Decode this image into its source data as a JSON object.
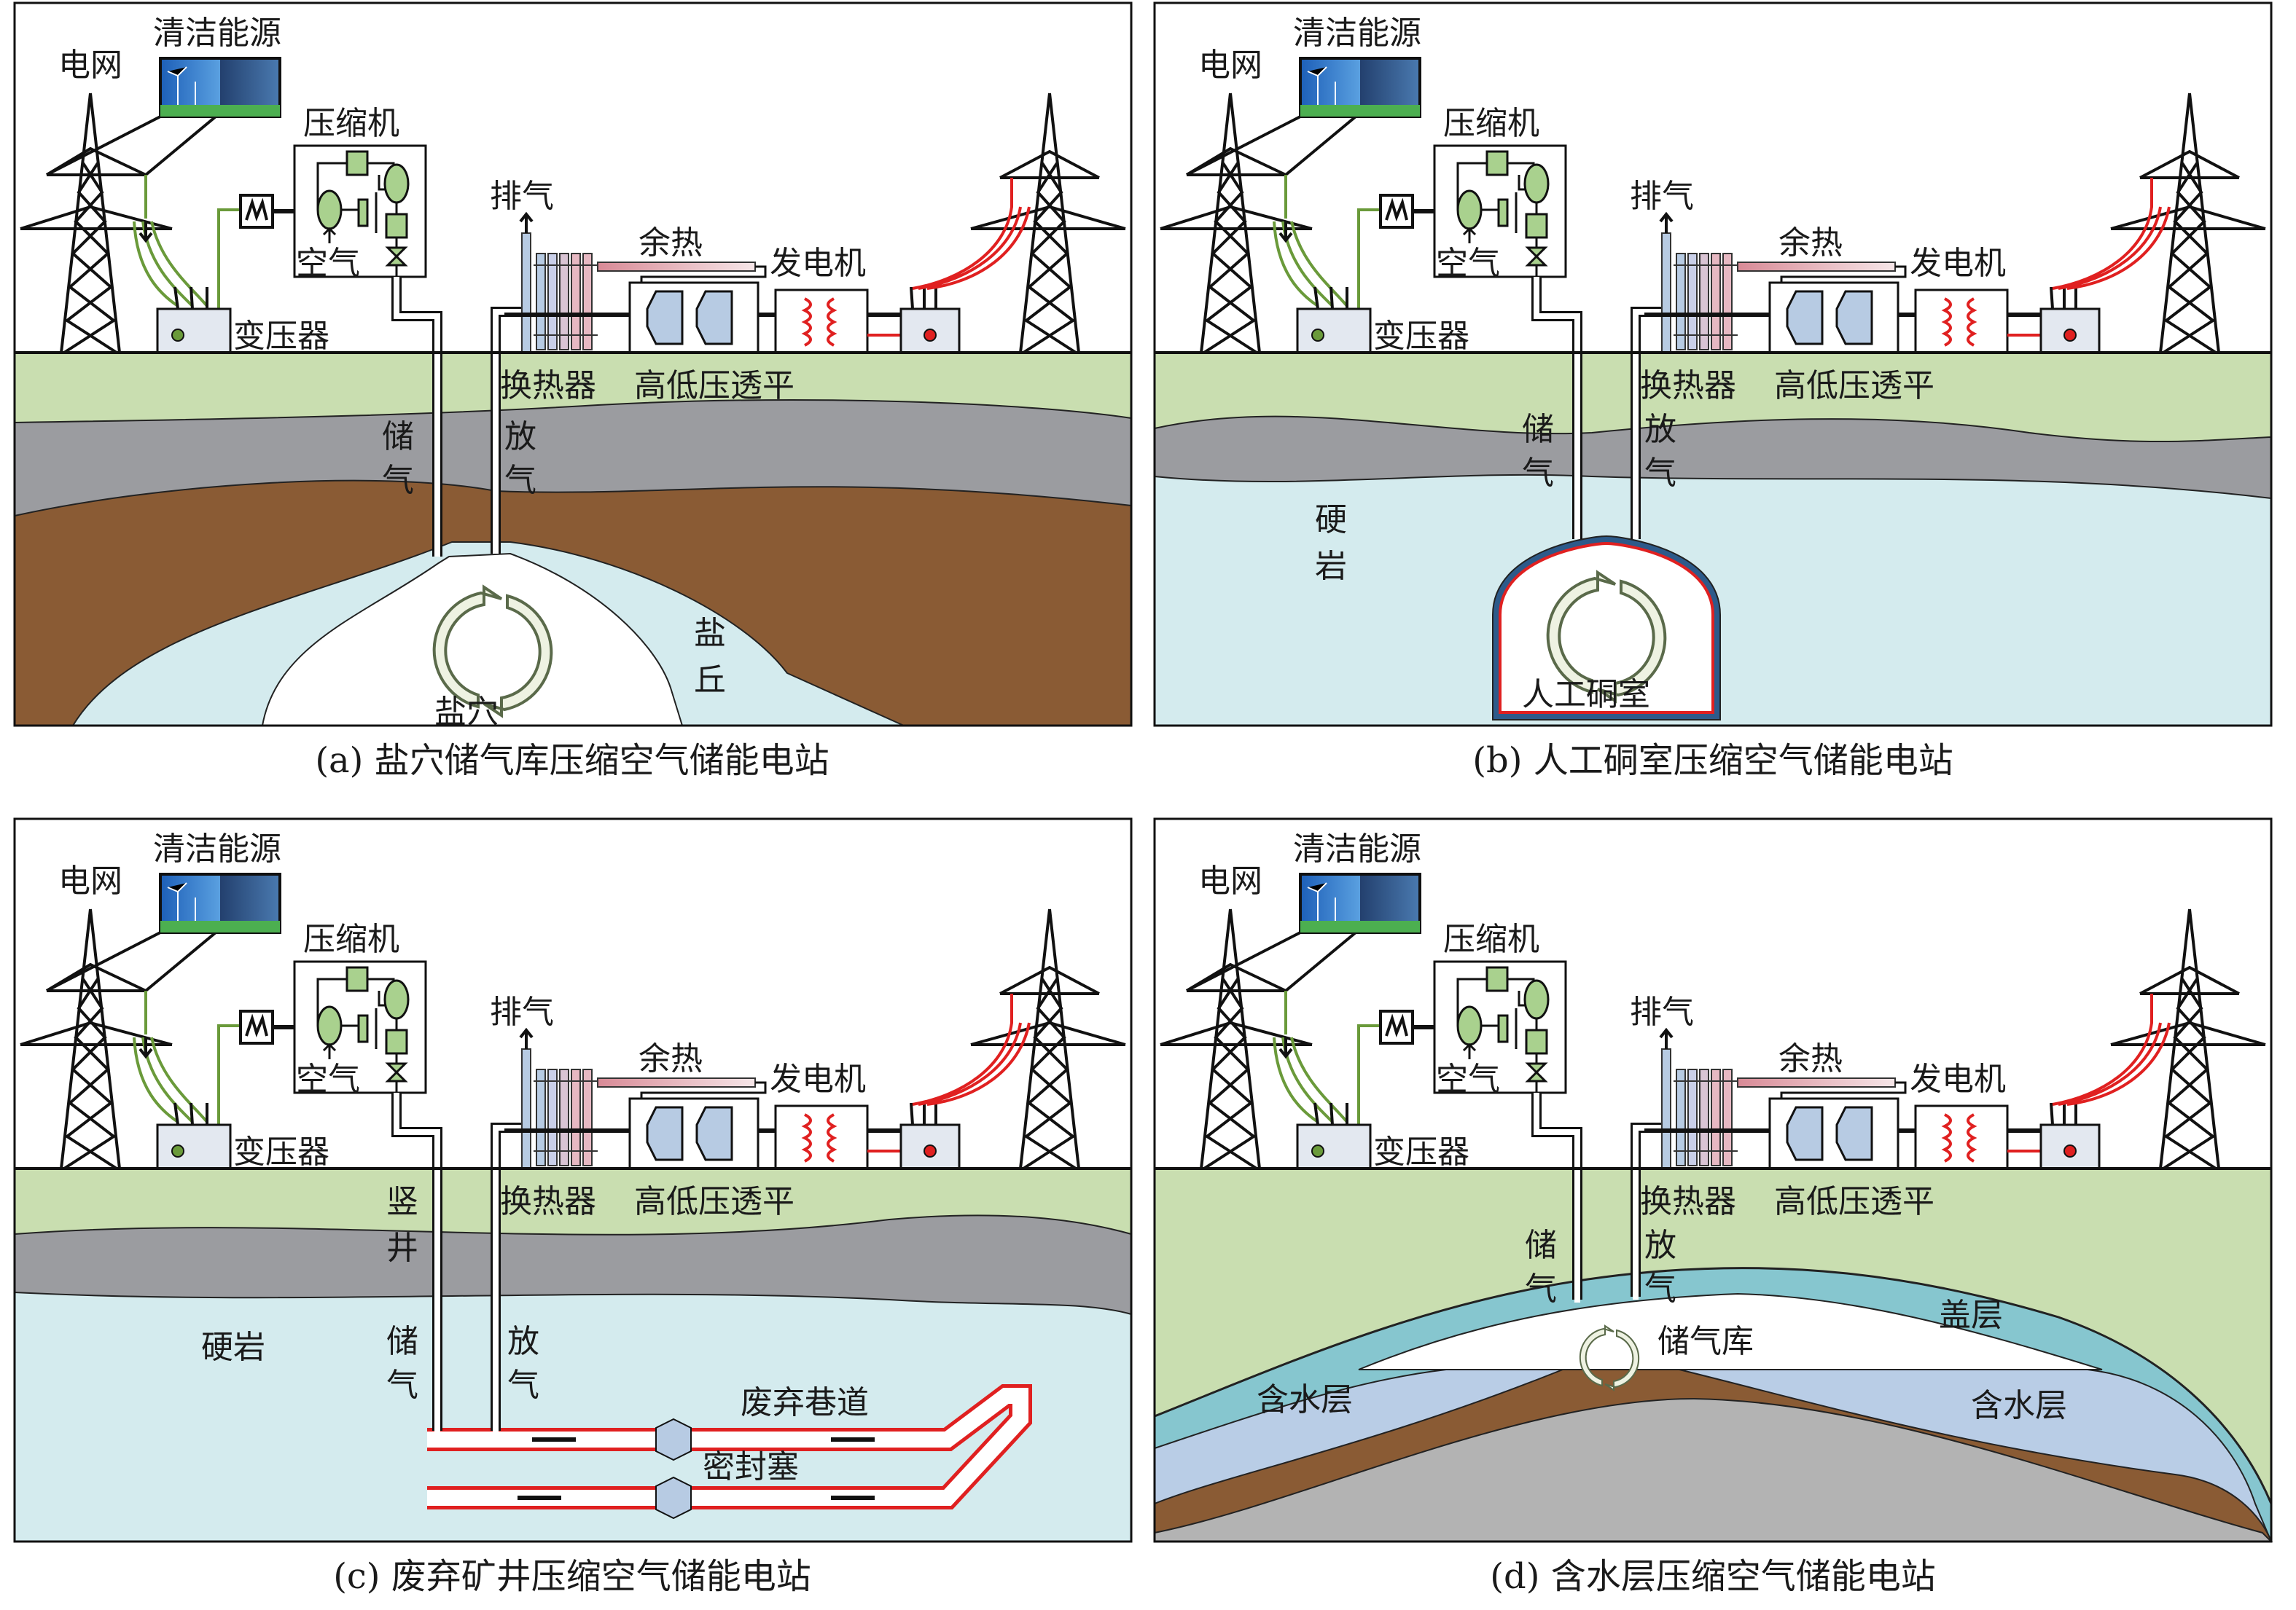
{
  "common": {
    "grid": "电网",
    "clean_energy": "清洁能源",
    "compressor": "压缩机",
    "air": "空气",
    "transformer": "变压器",
    "exhaust": "排气",
    "waste_heat": "余热",
    "generator": "发电机",
    "heat_exchanger": "换热器",
    "turbine": "高低压透平"
  },
  "panels": [
    {
      "caption": "(a) 盐穴储气库压缩空气储能电站",
      "labels": {
        "store": [
          "储",
          "气"
        ],
        "release": [
          "放",
          "气"
        ],
        "dome": [
          "盐",
          "丘"
        ],
        "cavern": "盐穴"
      }
    },
    {
      "caption": "(b) 人工硐室压缩空气储能电站",
      "labels": {
        "store": [
          "储",
          "气"
        ],
        "release": [
          "放",
          "气"
        ],
        "rock": [
          "硬",
          "岩"
        ],
        "cavern": "人工硐室"
      }
    },
    {
      "caption": "(c) 废弃矿井压缩空气储能电站",
      "labels": {
        "shaft": [
          "竖",
          "井"
        ],
        "rock": "硬岩",
        "store": [
          "储",
          "气"
        ],
        "release": [
          "放",
          "气"
        ],
        "tunnel": "废弃巷道",
        "plug": "密封塞"
      }
    },
    {
      "caption": "(d) 含水层压缩空气储能电站",
      "labels": {
        "store": [
          "储",
          "气"
        ],
        "release": [
          "放",
          "气"
        ],
        "caprock": "盖层",
        "reservoir": "储气库",
        "aquifer_left": "含水层",
        "aquifer_right": "含水层"
      }
    }
  ],
  "colors": {
    "topsoil": "#c9deb0",
    "shale": "#9b9ca0",
    "clay": "#8a5b34",
    "salt": "#d4ebee",
    "caprock": "#86c6cf",
    "aquifer": "#b9cde6",
    "bedrock": "#b3b3b3",
    "grid_wire_in": "#6a9a3a",
    "grid_wire_out": "#e02020",
    "component": "#a9d18e",
    "turbine": "#b7cbe3"
  }
}
